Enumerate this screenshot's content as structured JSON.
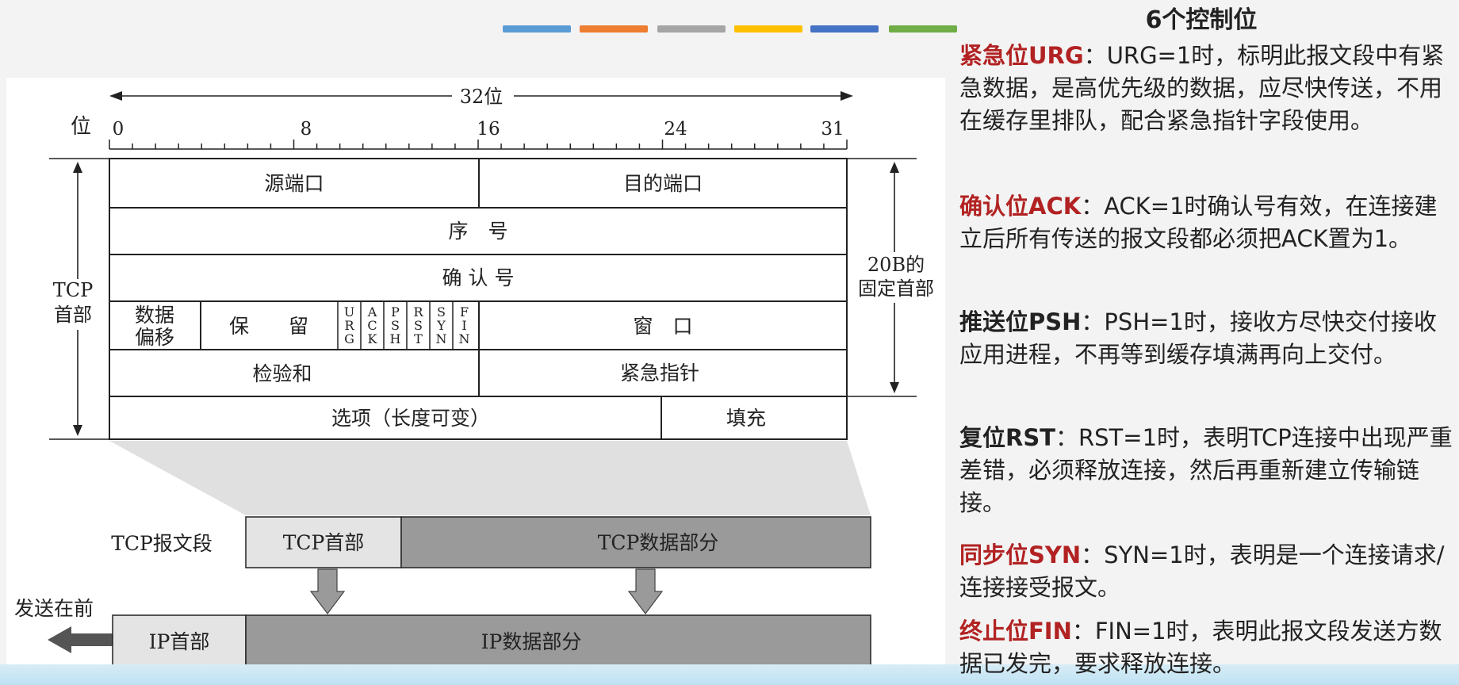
{
  "color_bars": [
    "#5b9bd5",
    "#ed7d31",
    "#a5a5a5",
    "#ffc000",
    "#4472c4",
    "#70ad47"
  ],
  "header": {
    "bit_label": "位",
    "width_label": "32位",
    "ticks": [
      "0",
      "8",
      "16",
      "24",
      "31"
    ]
  },
  "fields": {
    "src_port": "源端口",
    "dst_port": "目的端口",
    "seq": "序　号",
    "ack_num": "确 认 号",
    "data_offset": [
      "数据",
      "偏移"
    ],
    "reserved": "保　　留",
    "flags": [
      "URG",
      "ACK",
      "PSH",
      "RST",
      "SYN",
      "FIN"
    ],
    "window": "窗　口",
    "checksum": "检验和",
    "urgent_ptr": "紧急指针",
    "options": "选项（长度可变）",
    "padding": "填充"
  },
  "side_labels": {
    "tcp_header": [
      "TCP",
      "首部"
    ],
    "fixed_header": [
      "20B的",
      "固定首部"
    ]
  },
  "segments": {
    "tcp_segment_label": "TCP报文段",
    "tcp_header": "TCP首部",
    "tcp_data": "TCP数据部分",
    "send_first": "发送在前",
    "ip_header": "IP首部",
    "ip_data": "IP数据部分"
  },
  "control_bits": {
    "title": "6个控制位",
    "items": [
      {
        "term": "紧急位URG",
        "desc": "：URG=1时，标明此报文段中有紧急数据，是高优先级的数据，应尽快传送，不用在缓存里排队，配合紧急指针字段使用。",
        "color": "#b22222"
      },
      {
        "term": "确认位ACK",
        "desc": "：ACK=1时确认号有效，在连接建立后所有传送的报文段都必须把ACK置为1。",
        "color": "#b22222"
      },
      {
        "term": "推送位PSH",
        "desc": "：PSH=1时，接收方尽快交付接收应用进程，不再等到缓存填满再向上交付。",
        "color": "#222222"
      },
      {
        "term": "复位RST",
        "desc": "：RST=1时，表明TCP连接中出现严重差错，必须释放连接，然后再重新建立传输链接。",
        "color": "#222222"
      },
      {
        "term": "同步位SYN",
        "desc": "：SYN=1时，表明是一个连接请求/连接接受报文。",
        "color": "#b22222"
      },
      {
        "term": "终止位FIN",
        "desc": "：FIN=1时，表明此报文段发送方数据已发完，要求释放连接。",
        "color": "#b22222"
      }
    ]
  }
}
